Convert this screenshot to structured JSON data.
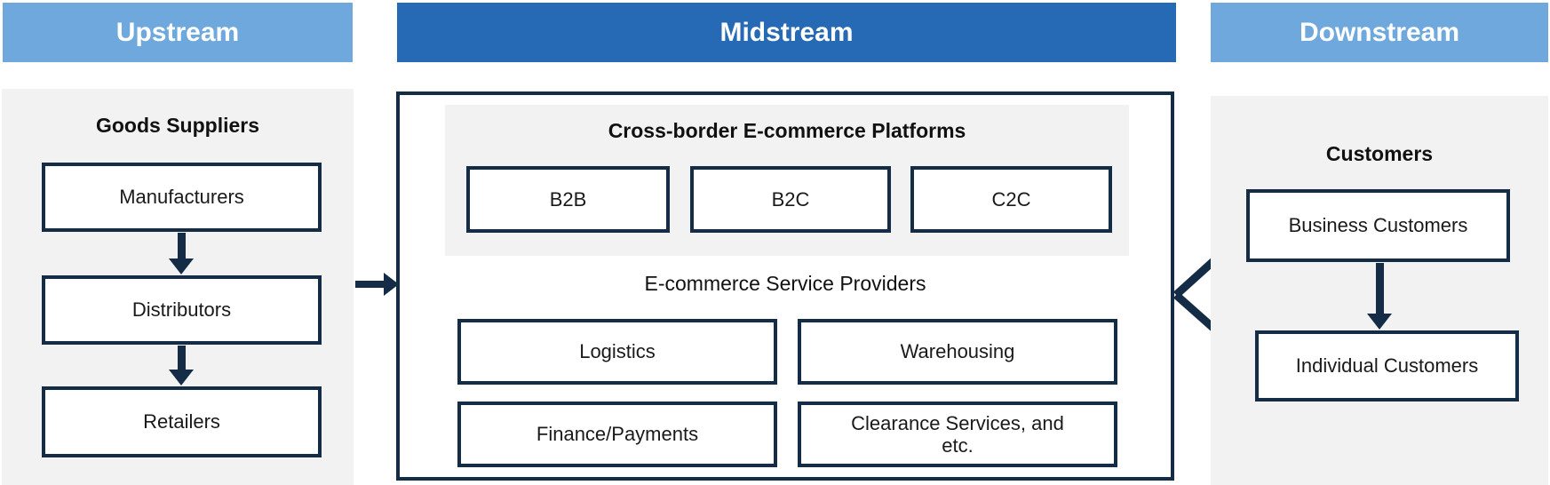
{
  "headers": {
    "upstream": "Upstream",
    "midstream": "Midstream",
    "downstream": "Downstream"
  },
  "upstream": {
    "title": "Goods Suppliers",
    "boxes": [
      "Manufacturers",
      "Distributors",
      "Retailers"
    ]
  },
  "midstream": {
    "platforms_title": "Cross-border E-commerce Platforms",
    "platform_boxes": [
      "B2B",
      "B2C",
      "C2C"
    ],
    "services_title": "E-commerce Service Providers",
    "service_boxes": [
      "Logistics",
      "Warehousing",
      "Finance/Payments",
      "Clearance Services, and etc."
    ]
  },
  "downstream": {
    "title": "Customers",
    "boxes": [
      "Business Customers",
      "Individual Customers"
    ]
  },
  "colors": {
    "header_light_blue": "#6FA8DC",
    "header_dark_blue": "#2669B4",
    "panel_gray": "#F2F2F2",
    "border_navy": "#152C47",
    "arrow_navy": "#152C47",
    "header_text": "#FFFFFF",
    "body_text": "#1A1A1A"
  }
}
